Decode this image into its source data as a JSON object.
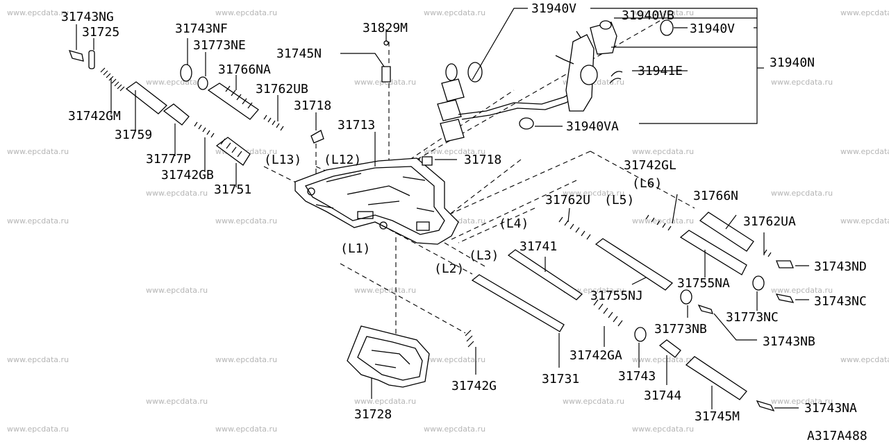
{
  "diagram_code": "A317A488",
  "watermark": "www.epcdata.ru",
  "parts": [
    {
      "id": "p1",
      "text": "31743NG"
    },
    {
      "id": "p2",
      "text": "31725"
    },
    {
      "id": "p3",
      "text": "31743NF"
    },
    {
      "id": "p4",
      "text": "31773NE"
    },
    {
      "id": "p5",
      "text": "31766NA"
    },
    {
      "id": "p6",
      "text": "31762UB"
    },
    {
      "id": "p7",
      "text": "31718"
    },
    {
      "id": "p8",
      "text": "31742GM"
    },
    {
      "id": "p9",
      "text": "31759"
    },
    {
      "id": "p10",
      "text": "31777P"
    },
    {
      "id": "p11",
      "text": "31742GB"
    },
    {
      "id": "p12",
      "text": "31751"
    },
    {
      "id": "p13",
      "text": "31829M"
    },
    {
      "id": "p14",
      "text": "31745N"
    },
    {
      "id": "p15",
      "text": "31713"
    },
    {
      "id": "p16",
      "text": "31718"
    },
    {
      "id": "p17",
      "text": "31940V"
    },
    {
      "id": "p18",
      "text": "31940VB"
    },
    {
      "id": "p19",
      "text": "31940V"
    },
    {
      "id": "p20",
      "text": "31940N"
    },
    {
      "id": "p21",
      "text": "31941E"
    },
    {
      "id": "p22",
      "text": "31940VA"
    },
    {
      "id": "p23",
      "text": "31742GL"
    },
    {
      "id": "p24",
      "text": "31766N"
    },
    {
      "id": "p25",
      "text": "31762U"
    },
    {
      "id": "p26",
      "text": "31762UA"
    },
    {
      "id": "p27",
      "text": "31741"
    },
    {
      "id": "p28",
      "text": "31743ND"
    },
    {
      "id": "p29",
      "text": "31755NA"
    },
    {
      "id": "p30",
      "text": "31755NJ"
    },
    {
      "id": "p31",
      "text": "31743NC"
    },
    {
      "id": "p32",
      "text": "31773NB"
    },
    {
      "id": "p33",
      "text": "31773NC"
    },
    {
      "id": "p34",
      "text": "31743NB"
    },
    {
      "id": "p35",
      "text": "31742GA"
    },
    {
      "id": "p36",
      "text": "31731"
    },
    {
      "id": "p37",
      "text": "31742G"
    },
    {
      "id": "p38",
      "text": "31743"
    },
    {
      "id": "p39",
      "text": "31744"
    },
    {
      "id": "p40",
      "text": "31728"
    },
    {
      "id": "p41",
      "text": "31745M"
    },
    {
      "id": "p42",
      "text": "31743NA"
    }
  ],
  "line_refs": [
    {
      "id": "L1",
      "text": "(L1)"
    },
    {
      "id": "L2",
      "text": "(L2)"
    },
    {
      "id": "L3",
      "text": "(L3)"
    },
    {
      "id": "L4",
      "text": "(L4)"
    },
    {
      "id": "L5",
      "text": "(L5)"
    },
    {
      "id": "L6",
      "text": "(L6)"
    },
    {
      "id": "L12",
      "text": "(L12)"
    },
    {
      "id": "L13",
      "text": "(L13)"
    }
  ]
}
